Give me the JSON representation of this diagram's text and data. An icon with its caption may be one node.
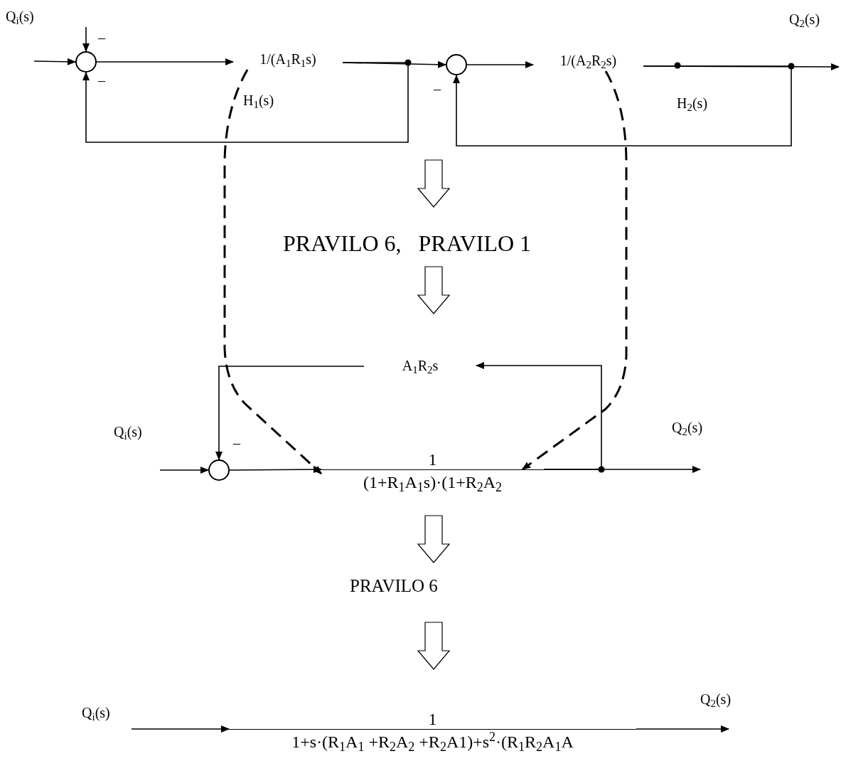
{
  "diagram": {
    "nodes": [
      {
        "text": [],
        "shape": "circle"
      },
      {
        "text": [
          "1/(A$_{1}$R$_{1}$s)"
        ],
        "beside": [
          "H$_{1}$(s)"
        ]
      },
      {
        "text": [],
        "shape": "circle"
      },
      {
        "text": [
          "1/(A$_{2}$R$_{2}$s)"
        ]
      },
      {
        "text": [
          "A$_{1}$R$_{2}$s"
        ]
      },
      {
        "text": [],
        "shape": "circle"
      },
      {
        "text": [
          "1",
          "(1+R$_{1}$A$_{1}$s)·(1+R$_{2}$A$_{2}$"
        ]
      },
      {
        "text": [
          "1",
          "1+s·(R$_{1}$A$_{1}$ +R$_{2}$A$_{2}$ +R$_{2}$A1)+s$^{2}$·(R$_{1}$R$_{2}$A$_{1}$A"
        ]
      }
    ],
    "edges": [
      {
        "from": null,
        "to": 0,
        "arrow": "to"
      },
      {
        "from": null,
        "to": 0,
        "arrow": "to"
      },
      {
        "from": 0,
        "to": 1,
        "arrow": "to"
      },
      {
        "from": 1,
        "to": 2,
        "arrow": "to"
      },
      {
        "from": 1,
        "to": 0,
        "arrow": "to"
      },
      {
        "from": 2,
        "to": 3,
        "arrow": "to"
      },
      {
        "from": 3,
        "to": null,
        "arrow": "to"
      },
      {
        "from": 3,
        "to": 2,
        "arrow": "to"
      },
      {
        "from": 1,
        "to": 6,
        "arrow": "to",
        "style": "dashed"
      },
      {
        "from": 3,
        "to": 6,
        "arrow": "to",
        "style": "dashed"
      },
      {
        "from": null,
        "to": 5,
        "arrow": "to"
      },
      {
        "from": 5,
        "to": 6,
        "arrow": "to"
      },
      {
        "from": 6,
        "to": null,
        "arrow": "to"
      },
      {
        "from": 6,
        "to": 4,
        "arrow": "to"
      },
      {
        "from": 4,
        "to": 5,
        "arrow": "to"
      },
      {
        "from": null,
        "to": 7,
        "arrow": "to"
      },
      {
        "from": 7,
        "to": null,
        "arrow": "to"
      }
    ],
    "labels": [
      "Q$_{i}$(s)",
      "–",
      "Q$_{2}$(s)",
      "–",
      "–",
      "PRAVILO 6,   PRAVILO 1",
      "Q$_{2}$(s)",
      "Q$_{i}$(s)",
      "–",
      "PRAVILO 6",
      "Q$_{2}$(s)",
      "Q$_{i}$(s)",
      "H$_{2}$(s)"
    ]
  }
}
